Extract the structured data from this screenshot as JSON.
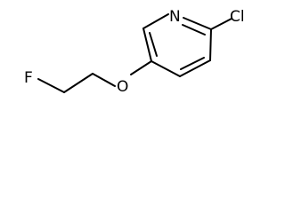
{
  "molecule": {
    "atoms": {
      "nitrogen": "N",
      "chlorine": "Cl",
      "oxygen": "O",
      "fluorine": "F"
    },
    "line_color": "#000000",
    "background_color": "#ffffff"
  }
}
